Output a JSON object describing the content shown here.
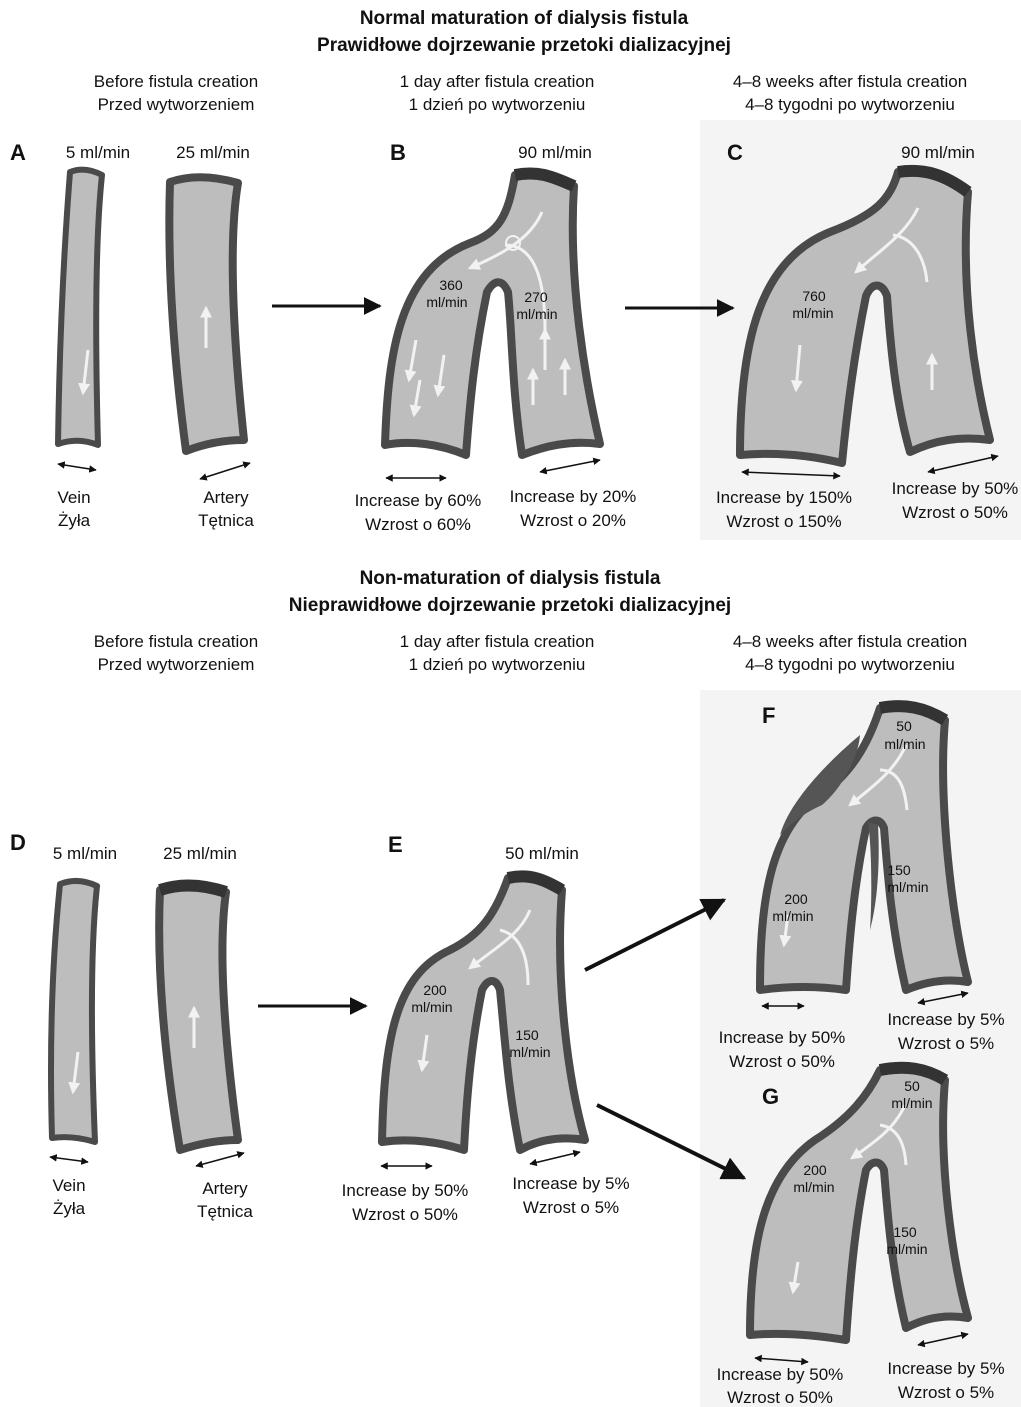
{
  "colors": {
    "vessel_fill": "#bdbdbd",
    "vessel_wall": "#4a4a4a",
    "wall_thick": "#333333",
    "panel_bg": "#f4f4f4",
    "flow_arrow": "#f2f2f2",
    "text": "#111111"
  },
  "normal": {
    "title_en": "Normal maturation of dialysis fistula",
    "title_pl": "Prawidłowe dojrzewanie przetoki dializacyjnej",
    "col1_en": "Before fistula creation",
    "col1_pl": "Przed wytworzeniem",
    "col2_en": "1 day after fistula creation",
    "col2_pl": "1 dzień po wytworzeniu",
    "col3_en": "4–8 weeks after fistula creation",
    "col3_pl": "4–8 tygodni po wytworzeniu"
  },
  "panelA": {
    "letter": "A",
    "vein_flow": "5 ml/min",
    "artery_flow": "25 ml/min",
    "vein_en": "Vein",
    "vein_pl": "Żyła",
    "artery_en": "Artery",
    "artery_pl": "Tętnica"
  },
  "panelB": {
    "letter": "B",
    "flow": "90 ml/min",
    "vein_val": "360",
    "artery_val": "270",
    "unit": "ml/min",
    "vein_inc_en": "Increase by 60%",
    "vein_inc_pl": "Wzrost o 60%",
    "art_inc_en": "Increase by 20%",
    "art_inc_pl": "Wzrost o 20%"
  },
  "panelC": {
    "letter": "C",
    "flow": "90 ml/min",
    "vein_val": "760",
    "unit": "ml/min",
    "vein_inc_en": "Increase by 150%",
    "vein_inc_pl": "Wzrost o 150%",
    "art_inc_en": "Increase by 50%",
    "art_inc_pl": "Wzrost o 50%"
  },
  "nonmat": {
    "title_en": "Non-maturation of dialysis fistula",
    "title_pl": "Nieprawidłowe dojrzewanie przetoki dializacyjnej",
    "col1_en": "Before fistula creation",
    "col1_pl": "Przed wytworzeniem",
    "col2_en": "1 day after fistula creation",
    "col2_pl": "1 dzień po wytworzeniu",
    "col3_en": "4–8 weeks after fistula creation",
    "col3_pl": "4–8 tygodni po wytworzeniu"
  },
  "panelD": {
    "letter": "D",
    "vein_flow": "5 ml/min",
    "artery_flow": "25 ml/min",
    "vein_en": "Vein",
    "vein_pl": "Żyła",
    "artery_en": "Artery",
    "artery_pl": "Tętnica"
  },
  "panelE": {
    "letter": "E",
    "flow": "50 ml/min",
    "vein_val": "200",
    "artery_val": "150",
    "unit": "ml/min",
    "vein_inc_en": "Increase by 50%",
    "vein_inc_pl": "Wzrost o 50%",
    "art_inc_en": "Increase by 5%",
    "art_inc_pl": "Wzrost o 5%"
  },
  "panelF": {
    "letter": "F",
    "top_val": "50",
    "vein_val": "200",
    "artery_val": "150",
    "unit": "ml/min",
    "vein_inc_en": "Increase by 50%",
    "vein_inc_pl": "Wzrost o 50%",
    "art_inc_en": "Increase by 5%",
    "art_inc_pl": "Wzrost o 5%"
  },
  "panelG": {
    "letter": "G",
    "top_val": "50",
    "vein_val": "200",
    "artery_val": "150",
    "unit": "ml/min",
    "vein_inc_en": "Increase by 50%",
    "vein_inc_pl": "Wzrost o 50%",
    "art_inc_en": "Increase by 5%",
    "art_inc_pl": "Wzrost o 5%"
  }
}
